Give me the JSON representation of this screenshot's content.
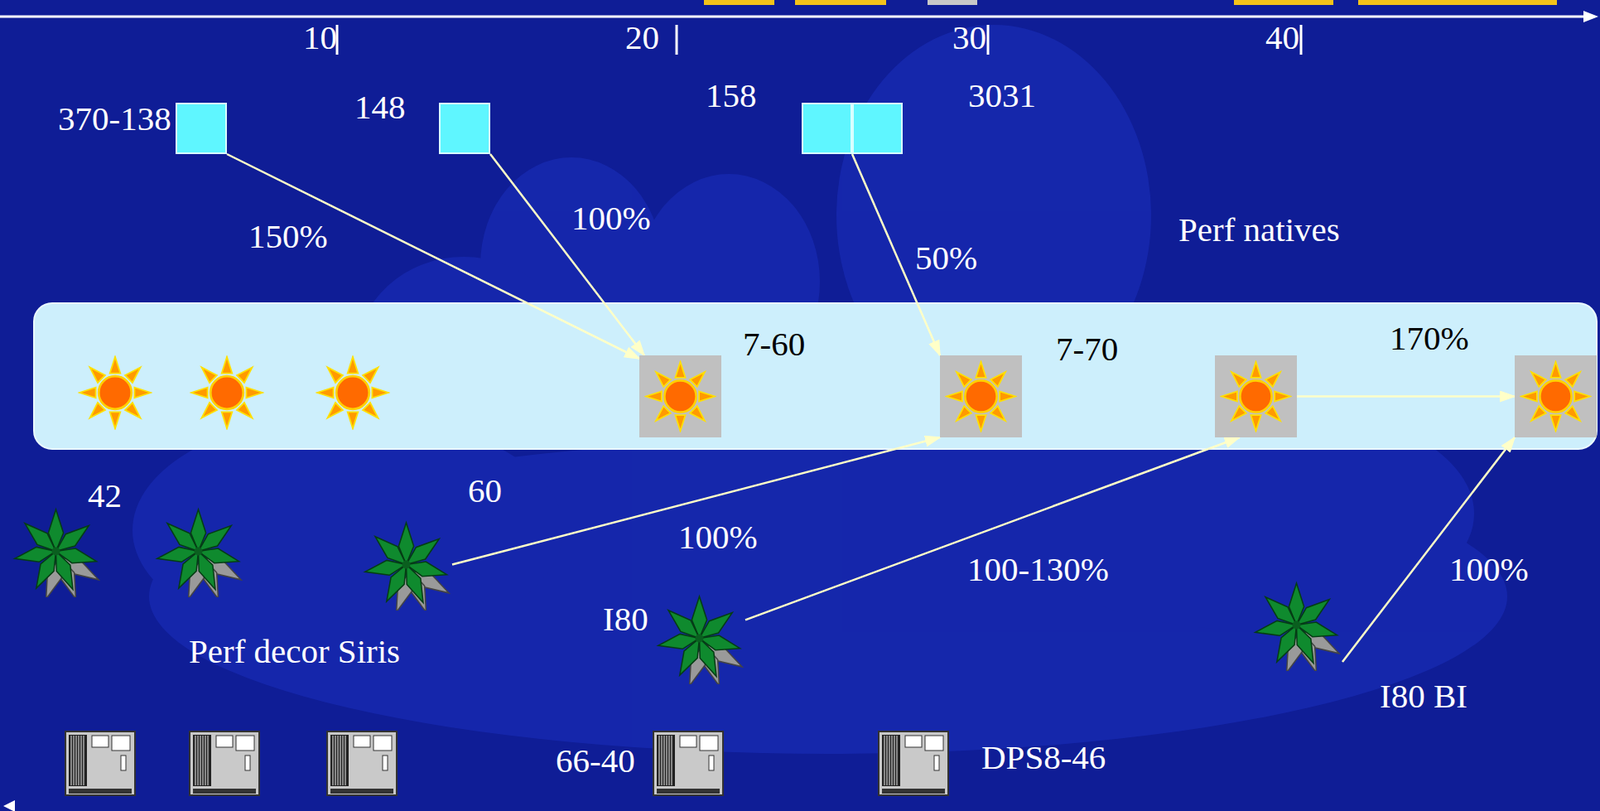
{
  "diagram": {
    "nodes": [
      {
        "text": [
          "370-138"
        ]
      },
      {
        "text": [
          "148"
        ]
      },
      {
        "text": [
          "158"
        ]
      },
      {
        "text": [
          "3031"
        ]
      },
      {
        "text": []
      },
      {
        "text": [
          "7-60"
        ],
        "in": 4
      },
      {
        "text": [
          "7-70"
        ],
        "in": 4
      },
      {
        "text": [],
        "in": 4
      },
      {
        "text": [],
        "in": 4
      },
      {
        "text": [
          "60"
        ]
      },
      {
        "text": [
          "I80"
        ]
      },
      {
        "text": [
          "I80 BI"
        ]
      }
    ],
    "edges": [
      {
        "from": 0,
        "to": 5,
        "arrow": "to",
        "label": "150%"
      },
      {
        "from": 1,
        "to": 5,
        "arrow": "to",
        "label": "100%"
      },
      {
        "from": 2,
        "to": 6,
        "arrow": "to",
        "label": "50%"
      },
      {
        "from": 9,
        "to": 6,
        "arrow": "to",
        "label": "100%"
      },
      {
        "from": 10,
        "to": 7,
        "arrow": "to",
        "label": "100-130%"
      },
      {
        "from": 7,
        "to": 8,
        "arrow": "to",
        "label": "170%"
      },
      {
        "from": 11,
        "to": 8,
        "arrow": "to",
        "label": "100%"
      }
    ],
    "labels": [
      "10",
      "20",
      "30",
      "40",
      "Perf natives",
      "42",
      "Perf decor Siris",
      "66-40",
      "DPS8-46"
    ]
  }
}
